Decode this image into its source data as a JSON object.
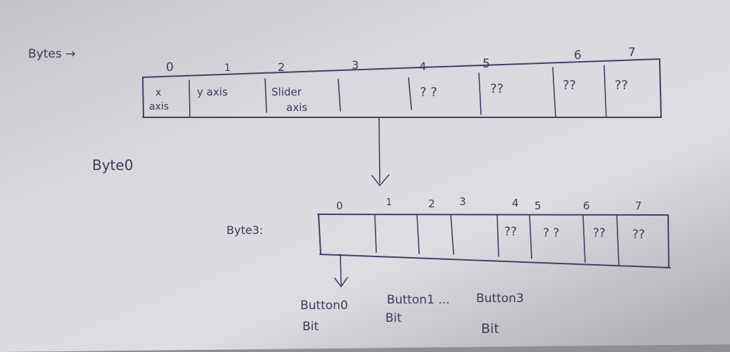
{
  "colors": {
    "paper_light": "#e2e1e6",
    "paper_mid": "#c6c5cb",
    "paper_dark": "#9d9ca3",
    "ink": "#3f4260"
  },
  "bytes_row": {
    "label": "Bytes →",
    "indices": [
      "0",
      "1",
      "2",
      "3",
      "4",
      "5",
      "6",
      "7"
    ],
    "cells": [
      {
        "line1": "x",
        "line2": "axis"
      },
      {
        "line1": "y axis",
        "line2": ""
      },
      {
        "line1": "Slider",
        "line2": "axis"
      },
      {
        "line1": "",
        "line2": ""
      },
      {
        "line1": "? ?",
        "line2": ""
      },
      {
        "line1": "??",
        "line2": ""
      },
      {
        "line1": "??",
        "line2": ""
      },
      {
        "line1": "??",
        "line2": ""
      }
    ]
  },
  "byte0_label": "Byte0",
  "byte3_row": {
    "label": "Byte3:",
    "indices": [
      "0",
      "1",
      "2",
      "3",
      "4",
      "5",
      "6",
      "7"
    ],
    "cells": [
      "",
      "",
      "",
      "",
      "??",
      "? ?",
      "??",
      "??"
    ]
  },
  "button_labels": {
    "b0_line1": "Button0",
    "b0_line2": "Bit",
    "b1_line1": "Button1 ...",
    "b1_line2": "Bit",
    "b3_line1": "Button3",
    "b3_line2": "Bit"
  }
}
